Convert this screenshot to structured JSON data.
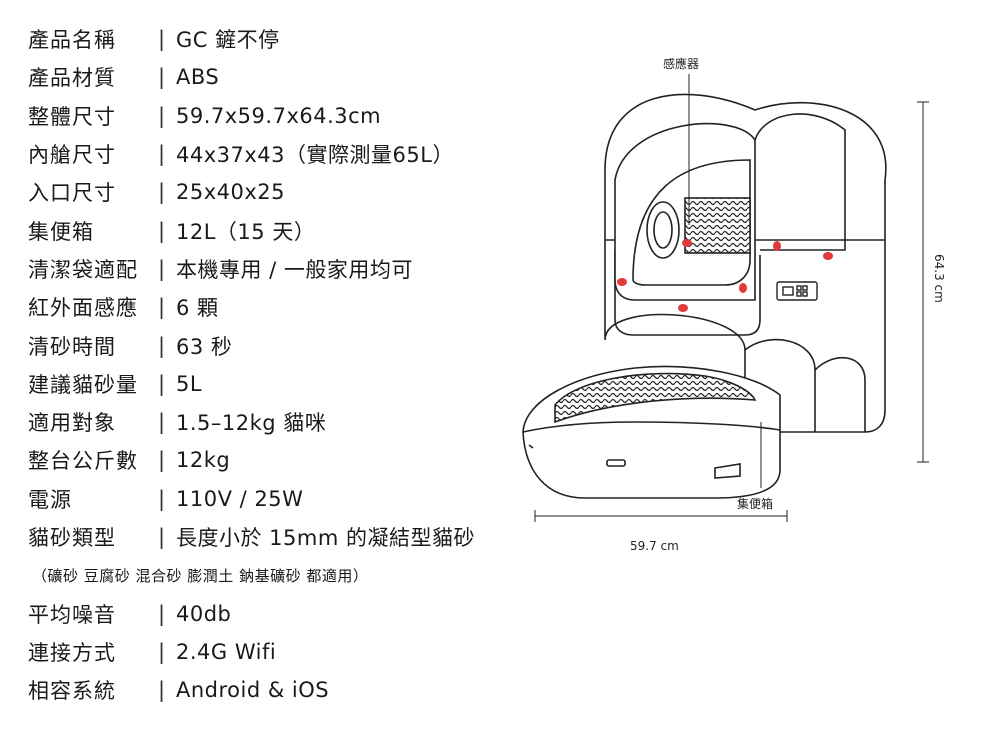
{
  "specs": [
    {
      "label": "產品名稱",
      "value": "GC 鏟不停"
    },
    {
      "label": "產品材質",
      "value": "ABS"
    },
    {
      "label": "整體尺寸",
      "value": "59.7x59.7x64.3cm"
    },
    {
      "label": "內艙尺寸",
      "value": "44x37x43（實際測量65L）"
    },
    {
      "label": "入口尺寸",
      "value": "25x40x25"
    },
    {
      "label": "集便箱",
      "value": "12L（15 天）"
    },
    {
      "label": "清潔袋適配",
      "value": "本機專用 / 一般家用均可"
    },
    {
      "label": "紅外面感應",
      "value": "6 顆"
    },
    {
      "label": "清砂時間",
      "value": "63 秒"
    },
    {
      "label": "建議貓砂量",
      "value": "5L"
    },
    {
      "label": "適用對象",
      "value": "1.5–12kg 貓咪"
    },
    {
      "label": "整台公斤數",
      "value": "12kg"
    },
    {
      "label": "電源",
      "value": "110V / 25W"
    },
    {
      "label": "貓砂類型",
      "value": "長度小於 15mm 的凝結型貓砂"
    }
  ],
  "separator": "|",
  "litter_note": "（礦砂 豆腐砂 混合砂 膨潤土 鈉基礦砂 都適用）",
  "specs_after": [
    {
      "label": "平均噪音",
      "value": "40db"
    },
    {
      "label": "連接方式",
      "value": "2.4G Wifi"
    },
    {
      "label": "相容系統",
      "value": "Android & iOS"
    }
  ],
  "figure": {
    "sensor_label": "感應器",
    "bin_label": "集便箱",
    "height_dim": "64.3 cm",
    "width_dim": "59.7 cm",
    "sensor_color": "#e03a3a"
  }
}
